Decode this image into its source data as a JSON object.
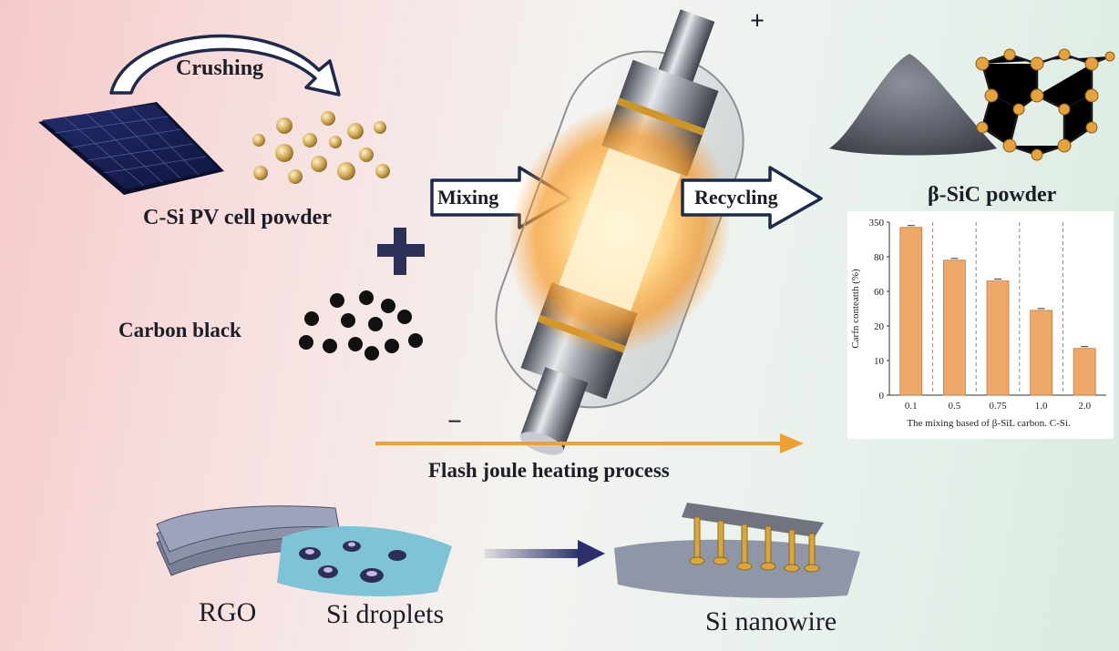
{
  "labels": {
    "crushing": "Crushing",
    "pv_powder": "C-Si PV cell powder",
    "carbon_black": "Carbon black",
    "mixing": "Mixing",
    "recycling": "Recycling",
    "sic_powder": "β-SiC powder",
    "flash": "Flash joule heating process",
    "rgo": "RGO",
    "si_droplets": "Si droplets",
    "si_nanowire": "Si nanowire",
    "plus_terminal": "+",
    "minus_terminal": "−"
  },
  "chart_data": {
    "type": "bar",
    "ylabel": "Carfn conteatth (%)",
    "xlabel": "The mixing based of  β-SiL  carbon. C-Si.",
    "categories": [
      "0.1",
      "0.5",
      "0.75",
      "1.0",
      "2.0"
    ],
    "values": [
      97,
      78,
      66,
      49,
      27
    ],
    "ytick_labels": [
      "0",
      "10",
      "20",
      "60",
      "80",
      "350"
    ],
    "bar_color": "#f0a86a"
  }
}
